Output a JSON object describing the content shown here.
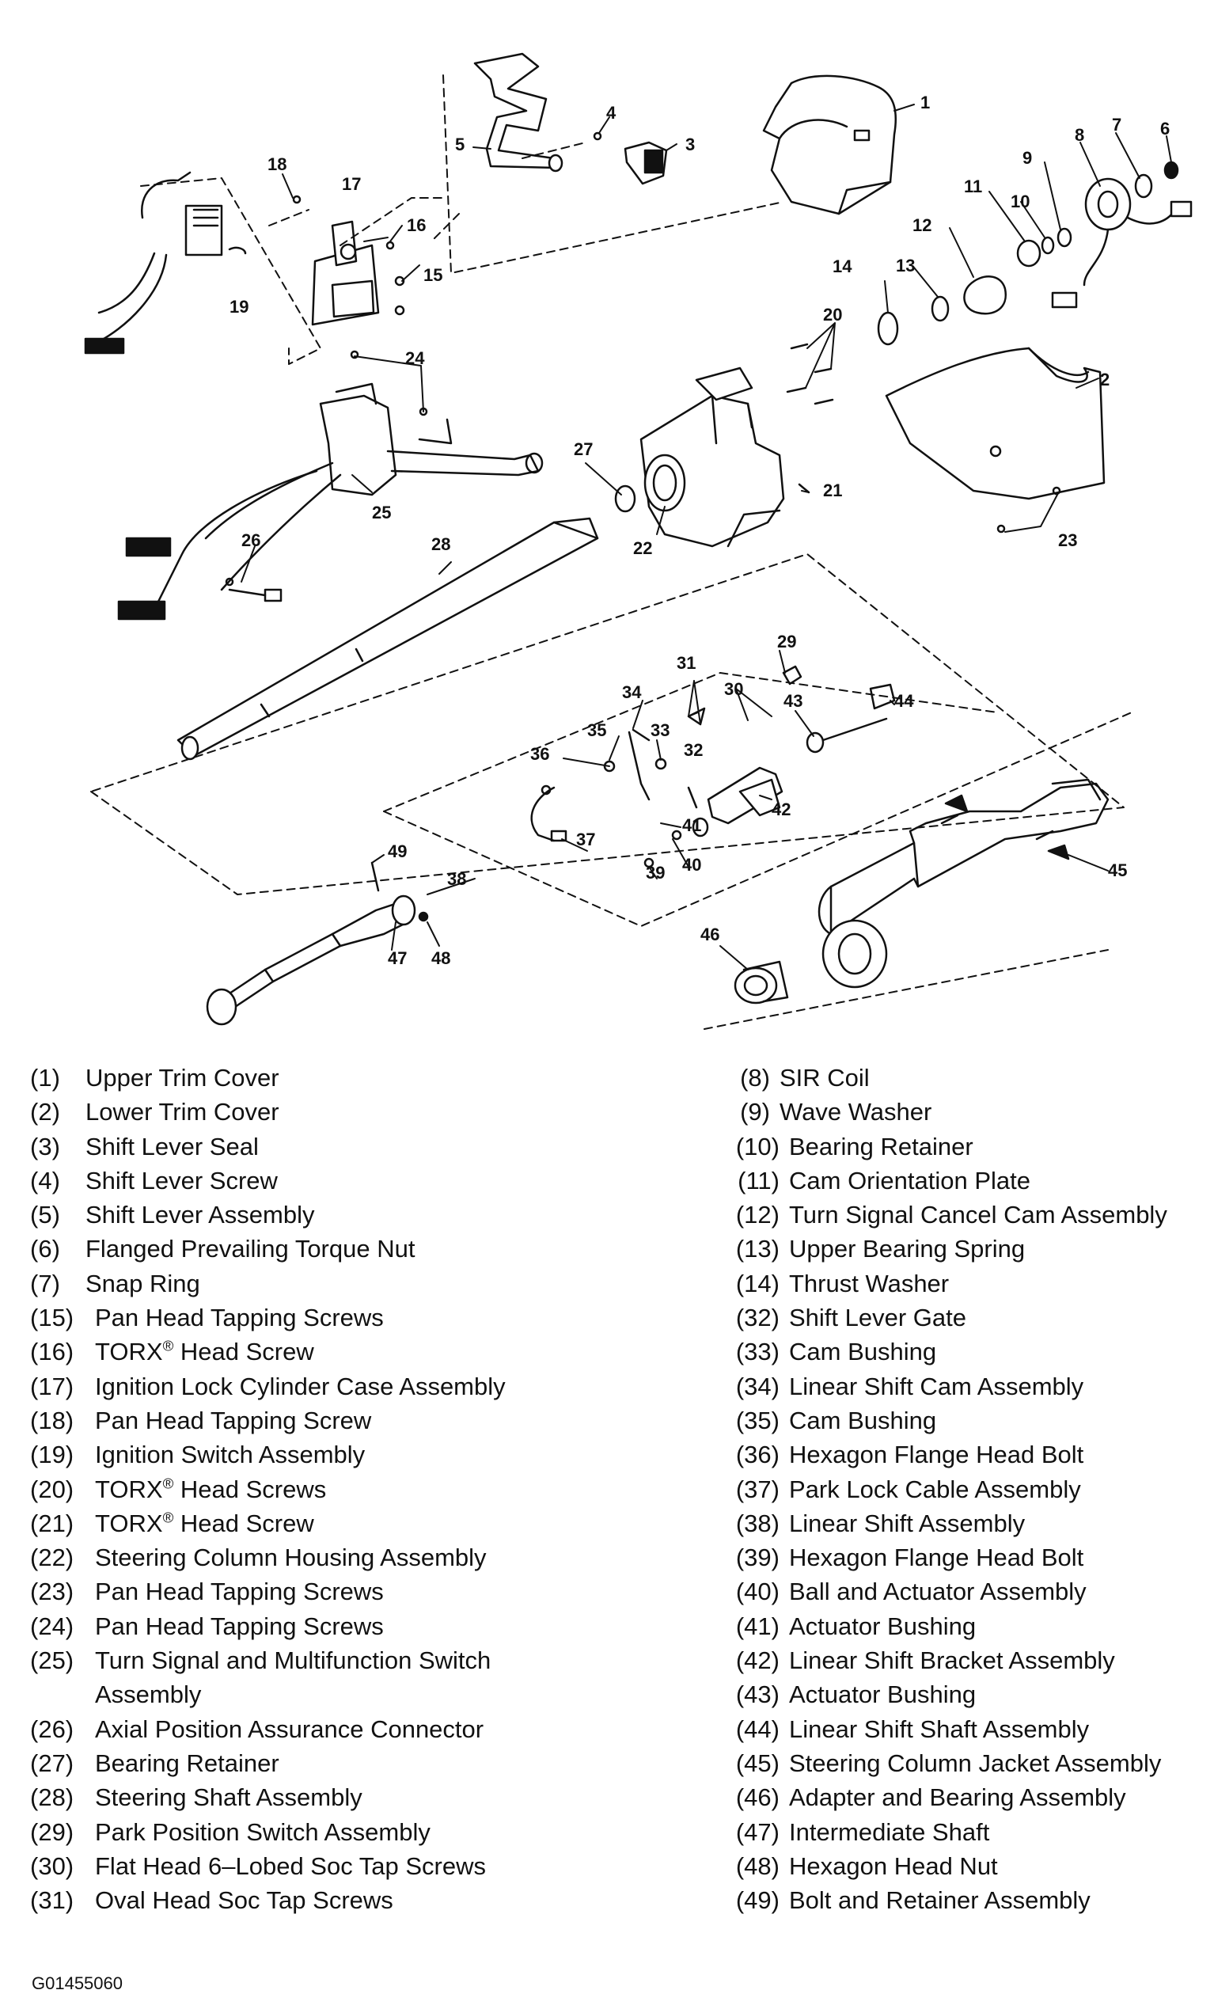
{
  "figure_id": "G01455060",
  "callouts": [
    "1",
    "2",
    "3",
    "4",
    "5",
    "6",
    "7",
    "8",
    "9",
    "10",
    "11",
    "12",
    "13",
    "14",
    "15",
    "16",
    "17",
    "18",
    "19",
    "20",
    "21",
    "22",
    "23",
    "24",
    "25",
    "26",
    "27",
    "28",
    "29",
    "30",
    "31",
    "32",
    "33",
    "34",
    "35",
    "36",
    "37",
    "38",
    "39",
    "40",
    "41",
    "42",
    "43",
    "44",
    "45",
    "46",
    "47",
    "48",
    "49"
  ],
  "legend_left": [
    {
      "num": "(1)",
      "label": "Upper Trim Cover"
    },
    {
      "num": "(2)",
      "label": "Lower Trim Cover"
    },
    {
      "num": "(3)",
      "label": "Shift Lever Seal"
    },
    {
      "num": "(4)",
      "label": "Shift Lever Screw"
    },
    {
      "num": "(5)",
      "label": "Shift Lever Assembly"
    },
    {
      "num": "(6)",
      "label": "Flanged Prevailing Torque Nut"
    },
    {
      "num": "(7)",
      "label": "Snap Ring"
    },
    {
      "num": "(15)",
      "label": "Pan Head Tapping Screws"
    },
    {
      "num": "(16)",
      "label": "TORX",
      "reg": "®",
      "rest": " Head Screw"
    },
    {
      "num": "(17)",
      "label": "Ignition Lock Cylinder Case Assembly"
    },
    {
      "num": "(18)",
      "label": "Pan Head Tapping Screw"
    },
    {
      "num": "(19)",
      "label": "Ignition Switch Assembly"
    },
    {
      "num": "(20)",
      "label": "TORX",
      "reg": "®",
      "rest": " Head Screws"
    },
    {
      "num": "(21)",
      "label": "TORX",
      "reg": "®",
      "rest": " Head Screw"
    },
    {
      "num": "(22)",
      "label": "Steering Column Housing Assembly"
    },
    {
      "num": "(23)",
      "label": "Pan Head Tapping Screws"
    },
    {
      "num": "(24)",
      "label": "Pan Head Tapping Screws"
    },
    {
      "num": "(25)",
      "label": "Turn Signal and Multifunction Switch",
      "line2": "Assembly"
    },
    {
      "num": "(26)",
      "label": "Axial Position Assurance Connector"
    },
    {
      "num": "(27)",
      "label": "Bearing Retainer"
    },
    {
      "num": "(28)",
      "label": "Steering Shaft Assembly"
    },
    {
      "num": "(29)",
      "label": "Park Position Switch Assembly"
    },
    {
      "num": "(30)",
      "label": "Flat Head 6–Lobed Soc Tap Screws"
    },
    {
      "num": "(31)",
      "label": "Oval Head Soc Tap Screws"
    }
  ],
  "legend_right": [
    {
      "num": "(8)",
      "label": "SIR Coil"
    },
    {
      "num": "(9)",
      "label": "Wave Washer"
    },
    {
      "num": "(10)",
      "label": "Bearing Retainer"
    },
    {
      "num": "(11)",
      "label": "Cam Orientation Plate"
    },
    {
      "num": "(12)",
      "label": "Turn Signal Cancel Cam Assembly"
    },
    {
      "num": "(13)",
      "label": "Upper Bearing Spring"
    },
    {
      "num": "(14)",
      "label": "Thrust Washer"
    },
    {
      "num": "(32)",
      "label": "Shift Lever Gate"
    },
    {
      "num": "(33)",
      "label": "Cam Bushing"
    },
    {
      "num": "(34)",
      "label": "Linear Shift Cam Assembly"
    },
    {
      "num": "(35)",
      "label": "Cam Bushing"
    },
    {
      "num": "(36)",
      "label": "Hexagon Flange Head Bolt"
    },
    {
      "num": "(37)",
      "label": "Park Lock Cable Assembly"
    },
    {
      "num": "(38)",
      "label": "Linear Shift Assembly"
    },
    {
      "num": "(39)",
      "label": "Hexagon Flange Head Bolt"
    },
    {
      "num": "(40)",
      "label": "Ball and Actuator Assembly"
    },
    {
      "num": "(41)",
      "label": "Actuator Bushing"
    },
    {
      "num": "(42)",
      "label": "Linear Shift Bracket Assembly"
    },
    {
      "num": "(43)",
      "label": "Actuator Bushing"
    },
    {
      "num": "(44)",
      "label": "Linear Shift Shaft Assembly"
    },
    {
      "num": "(45)",
      "label": "Steering Column Jacket Assembly"
    },
    {
      "num": "(46)",
      "label": "Adapter and Bearing Assembly"
    },
    {
      "num": "(47)",
      "label": "Intermediate Shaft"
    },
    {
      "num": "(48)",
      "label": "Hexagon Head Nut"
    },
    {
      "num": "(49)",
      "label": "Bolt and Retainer Assembly"
    }
  ]
}
